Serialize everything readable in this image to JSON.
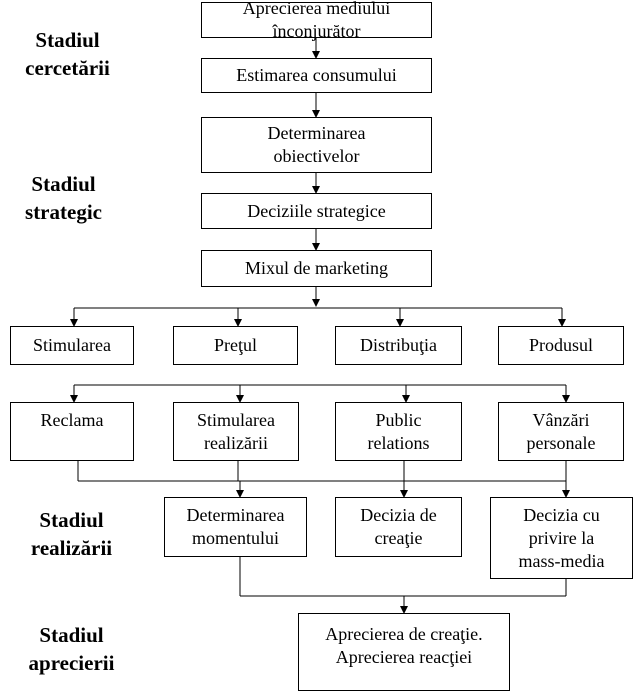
{
  "stages": {
    "research": "Stadiul\ncercetării",
    "strategic": "Stadiul\nstrategic",
    "realization": "Stadiul\nrealizării",
    "appraisal": "Stadiul\naprecierii"
  },
  "boxes": {
    "env": "Aprecierea mediului\nînconjurător",
    "consumption": "Estimarea consumului",
    "objectives": "Determinarea\nobiectivelor",
    "strategic_decisions": "Deciziile strategice",
    "mix": "Mixul de marketing",
    "promotion": "Stimularea",
    "price": "Preţul",
    "distribution": "Distribuţia",
    "product": "Produsul",
    "advertising": "Reclama",
    "sales_promotion": "Stimularea\nrealizării",
    "public_relations": "Public\nrelations",
    "personal_selling": "Vânzări\npersonale",
    "timing": "Determinarea\nmomentului",
    "creative": "Decizia de\ncreaţie",
    "media": "Decizia cu\nprivire la\nmass-media",
    "final": "Aprecierea de creaţie.\nAprecierea reacţiei"
  }
}
